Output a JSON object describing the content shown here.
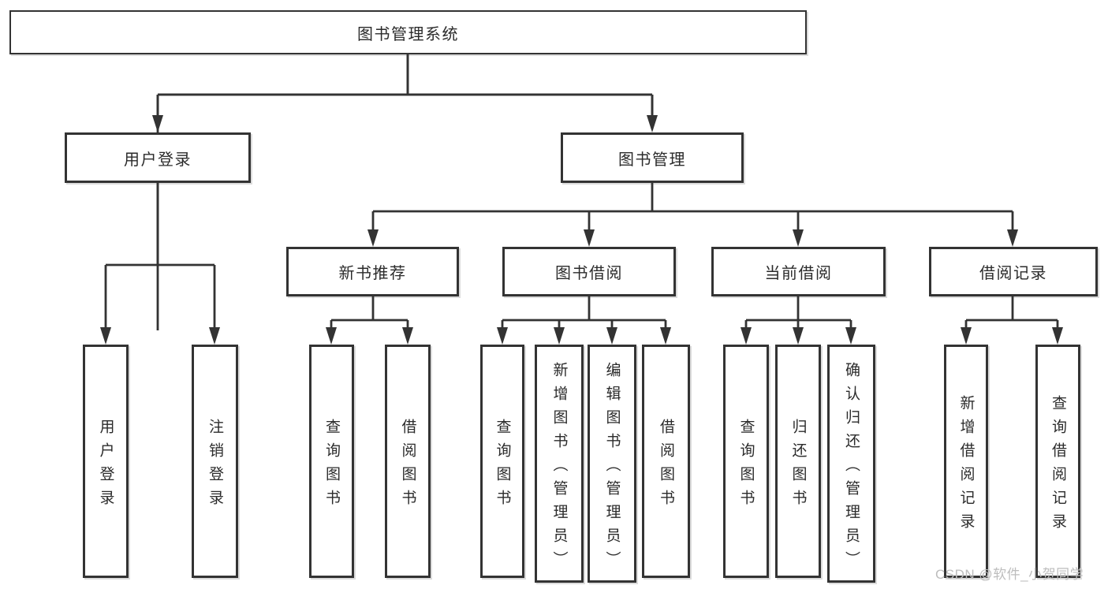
{
  "diagram": {
    "root": "图书管理系统",
    "branches": [
      {
        "label": "用户登录",
        "children": [
          {
            "label": "用户登录"
          },
          {
            "label": "注销登录"
          }
        ]
      },
      {
        "label": "图书管理",
        "children": [
          {
            "label": "新书推荐",
            "children": [
              {
                "label": "查询图书"
              },
              {
                "label": "借阅图书"
              }
            ]
          },
          {
            "label": "图书借阅",
            "children": [
              {
                "label": "查询图书"
              },
              {
                "label": "新增图书（管理员）"
              },
              {
                "label": "编辑图书（管理员）"
              },
              {
                "label": "借阅图书"
              }
            ]
          },
          {
            "label": "当前借阅",
            "children": [
              {
                "label": "查询图书"
              },
              {
                "label": "归还图书"
              },
              {
                "label": "确认归还（管理员）"
              }
            ]
          },
          {
            "label": "借阅记录",
            "children": [
              {
                "label": "新增借阅记录"
              },
              {
                "label": "查询借阅记录"
              }
            ]
          }
        ]
      }
    ]
  },
  "watermark": {
    "text": "CSDN @软件_小贺同学"
  },
  "colors": {
    "line": "#333333",
    "box_border": "#333333",
    "text": "#2b2b2b",
    "watermark": "#bdbdbd",
    "background": "#ffffff"
  }
}
